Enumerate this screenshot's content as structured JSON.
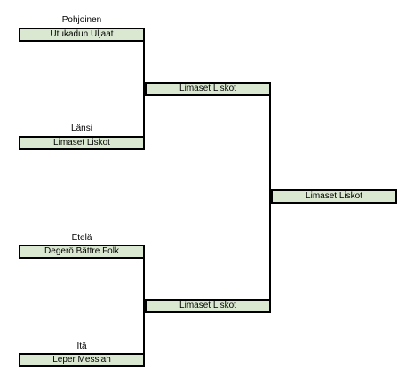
{
  "bracket": {
    "semifinals": [
      {
        "region": "Pohjoinen",
        "team": "Utukadun Uljaat"
      },
      {
        "region": "Länsi",
        "team": "Limaset Liskot"
      },
      {
        "region": "Etelä",
        "team": "Degerö Bättre Folk"
      },
      {
        "region": "Itä",
        "team": "Leper Messiah"
      }
    ],
    "finals": [
      {
        "team": "Limaset Liskot"
      },
      {
        "team": "Limaset Liskot"
      }
    ],
    "champion": {
      "team": "Limaset Liskot"
    }
  },
  "colors": {
    "slot_fill": "#dbe8d1",
    "line": "#000000"
  }
}
